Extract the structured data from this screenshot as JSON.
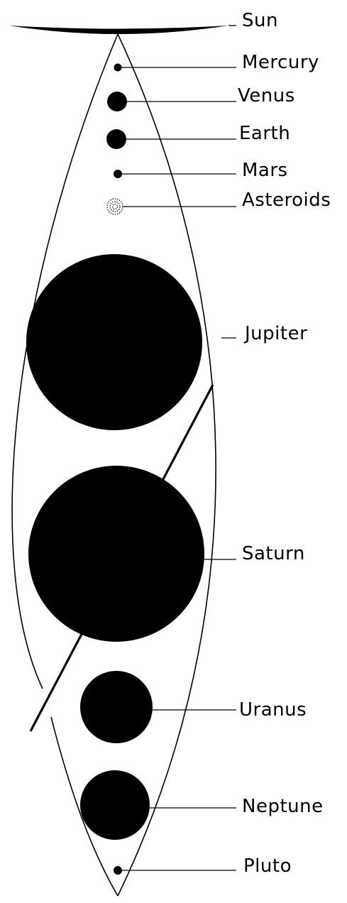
{
  "colors": {
    "background": "#ffffff",
    "ink": "#000000"
  },
  "labels": {
    "sun": "Sun",
    "mercury": "Mercury",
    "venus": "Venus",
    "earth": "Earth",
    "mars": "Mars",
    "asteroids": "Asteroids",
    "jupiter": "Jupiter",
    "saturn": "Saturn",
    "uranus": "Uranus",
    "neptune": "Neptune",
    "pluto": "Pluto"
  }
}
